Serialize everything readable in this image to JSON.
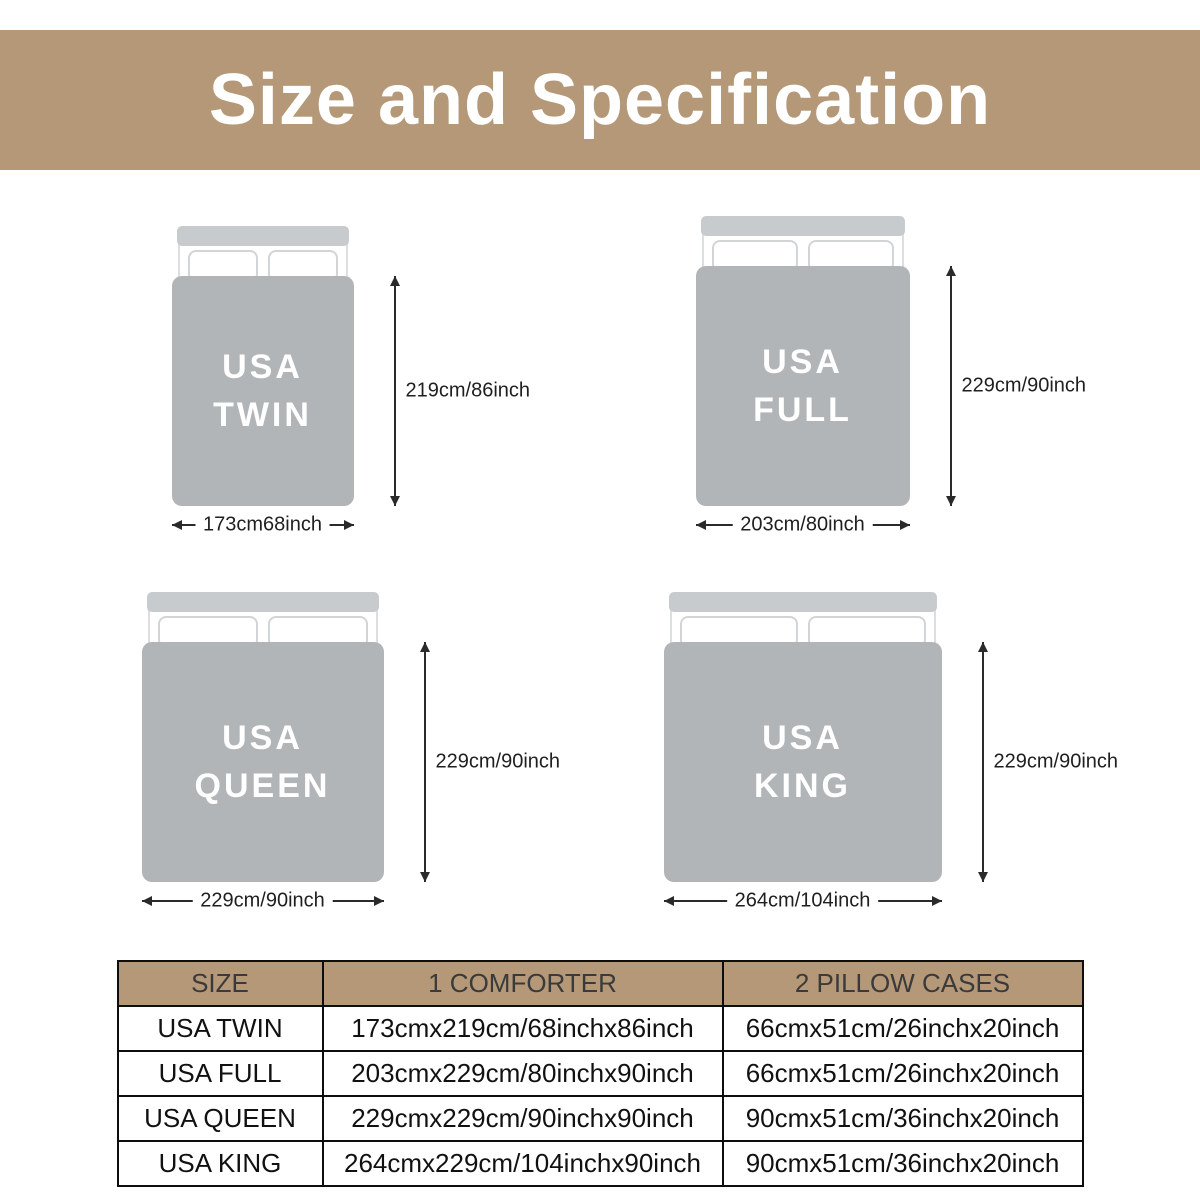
{
  "banner": {
    "title": "Size and Specification"
  },
  "beds": [
    {
      "id": "usa-twin",
      "label_line1": "USA",
      "label_line2": "TWIN",
      "height_label": "219cm/86inch",
      "width_label": "173cm68inch"
    },
    {
      "id": "usa-full",
      "label_line1": "USA",
      "label_line2": "FULL",
      "height_label": "229cm/90inch",
      "width_label": "203cm/80inch"
    },
    {
      "id": "usa-queen",
      "label_line1": "USA",
      "label_line2": "QUEEN",
      "height_label": "229cm/90inch",
      "width_label": "229cm/90inch"
    },
    {
      "id": "usa-king",
      "label_line1": "USA",
      "label_line2": "KING",
      "height_label": "229cm/90inch",
      "width_label": "264cm/104inch"
    }
  ],
  "table": {
    "headers": [
      "SIZE",
      "1 COMFORTER",
      "2 PILLOW CASES"
    ],
    "rows": [
      [
        "USA TWIN",
        "173cmx219cm/68inchx86inch",
        "66cmx51cm/26inchx20inch"
      ],
      [
        "USA FULL",
        "203cmx229cm/80inchx90inch",
        "66cmx51cm/26inchx20inch"
      ],
      [
        "USA QUEEN",
        "229cmx229cm/90inchx90inch",
        "90cmx51cm/36inchx20inch"
      ],
      [
        "USA KING",
        "264cmx229cm/104inchx90inch",
        "90cmx51cm/36inchx20inch"
      ]
    ]
  },
  "colors": {
    "banner_bg": "#b49877",
    "comforter": "#b1b5b8",
    "headboard": "#c8cbcd"
  }
}
